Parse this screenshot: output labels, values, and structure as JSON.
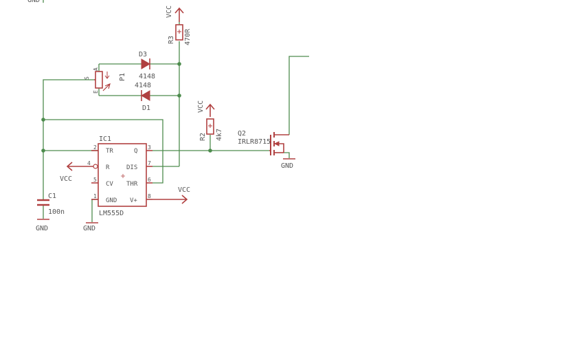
{
  "nets": {
    "vcc": "VCC",
    "gnd": "GND"
  },
  "components": {
    "r3": {
      "name": "R3",
      "value": "470R"
    },
    "r2": {
      "name": "R2",
      "value": "4k7"
    },
    "p1": {
      "name": "P1",
      "pin_s": "S",
      "pin_a": "A",
      "pin_e": "E"
    },
    "d3": {
      "name": "D3",
      "value": "4148"
    },
    "d1": {
      "name": "D1",
      "value": "4148"
    },
    "c1": {
      "name": "C1",
      "value": "100n"
    },
    "q2": {
      "name": "Q2",
      "value": "IRLR8715"
    },
    "ic1": {
      "name": "IC1",
      "value": "LM555D",
      "pins_left": [
        {
          "num": "2",
          "label": "TR"
        },
        {
          "num": "4",
          "label": "R"
        },
        {
          "num": "5",
          "label": "CV"
        },
        {
          "num": "1",
          "label": "GND"
        }
      ],
      "pins_right": [
        {
          "num": "3",
          "label": "Q"
        },
        {
          "num": "7",
          "label": "DIS"
        },
        {
          "num": "6",
          "label": "THR"
        },
        {
          "num": "8",
          "label": "V+"
        }
      ]
    }
  },
  "colors": {
    "wire": "#4d8c4d",
    "symbol": "#b04040",
    "text": "#555555",
    "background": "#ffffff"
  }
}
